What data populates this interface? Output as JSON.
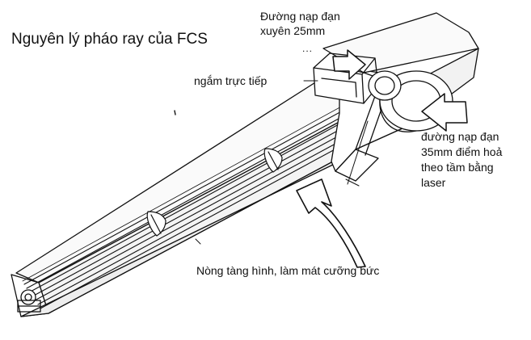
{
  "title": "Nguyên lý pháo ray của FCS",
  "labels": {
    "feed_25mm": [
      "Đường nạp đạn",
      "xuyên 25mm"
    ],
    "dots": "...",
    "direct_sight": "ngắm trực tiếp",
    "feed_35mm": [
      "đường nạp đạn",
      "35mm điểm hoả",
      "theo tầm bằng",
      "laser"
    ],
    "barrel": "Nòng tàng hình, làm mát cưỡng bức"
  },
  "colors": {
    "ink": "#111111",
    "background": "#ffffff"
  }
}
